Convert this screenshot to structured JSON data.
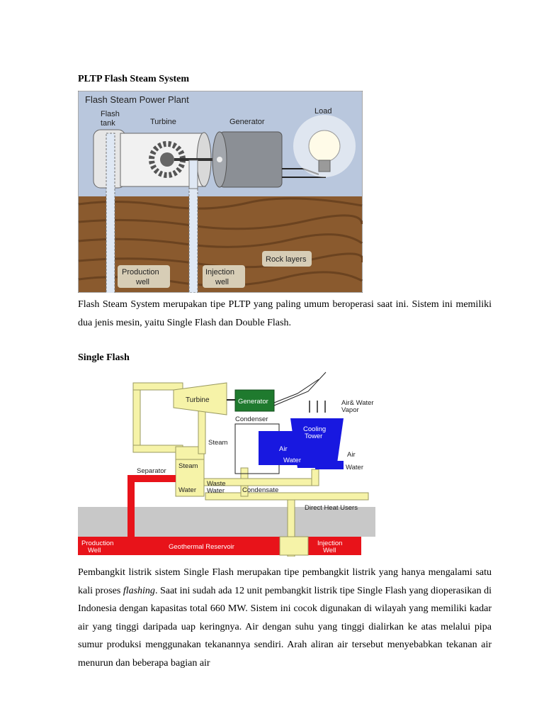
{
  "heading1": "PLTP Flash Steam System",
  "paragraph1": "Flash Steam System merupakan tipe PLTP yang paling umum beroperasi saat ini. Sistem ini memiliki dua jenis mesin, yaitu Single Flash dan Double Flash.",
  "heading2": "Single Flash",
  "paragraph2": {
    "before": "Pembangkit listrik sistem Single Flash merupakan tipe pembangkit listrik yang hanya mengalami satu kali proses ",
    "emphasis": "flashing",
    "after": ". Saat ini sudah ada 12 unit pembangkit listrik tipe Single Flash yang dioperasikan di Indonesia dengan kapasitas total 660 MW. Sistem ini cocok digunakan di wilayah yang memiliki kadar air yang tinggi daripada uap keringnya. Air dengan suhu yang tinggi dialirkan ke atas melalui pipa sumur produksi menggunakan tekanannya sendiri. Arah aliran air tersebut menyebabkan tekanan air menurun dan beberapa bagian air"
  },
  "figure1": {
    "title": "Flash Steam Power Plant",
    "flash_tank_line1": "Flash",
    "flash_tank_line2": "tank",
    "turbine": "Turbine",
    "generator": "Generator",
    "load": "Load",
    "rock_layers": "Rock layers",
    "production_well_line1": "Production",
    "production_well_line2": "well",
    "injection_well_line1": "Injection",
    "injection_well_line2": "well",
    "colors": {
      "sky": "#b9c7dd",
      "soil": "#8a5a2e",
      "soil_dark": "#6b4320",
      "pipe": "#dfe8f4",
      "generator": "#8b8f95"
    }
  },
  "figure2": {
    "turbine": "Turbine",
    "generator": "Generator",
    "air_water_vapor_line1": "Air& Water",
    "air_water_vapor_line2": "Vapor",
    "condenser": "Condenser",
    "cooling_tower_line1": "Cooling",
    "cooling_tower_line2": "Tower",
    "steam_pipe": "Steam",
    "air_inner": "Air",
    "air_outer": "Air",
    "water_inner": "Water",
    "water_outer": "Water",
    "separator": "Separator",
    "separator_steam": "Steam",
    "separator_water": "Water",
    "waste_water_line1": "Waste",
    "waste_water_line2": "Water",
    "condensate": "Condensate",
    "direct_heat_users": "Direct Heat Users",
    "production_well_line1": "Production",
    "production_well_line2": "Well",
    "geothermal_reservoir": "Geothermal Reservoir",
    "injection_well_line1": "Injection",
    "injection_well_line2": "Well",
    "colors": {
      "pipe": "#f6f3a8",
      "pipe_edge": "#9a9a60",
      "hot": "#e8131a",
      "tower": "#1818e0",
      "generator": "#1f7a2e",
      "ground": "#c8c8c8"
    }
  }
}
